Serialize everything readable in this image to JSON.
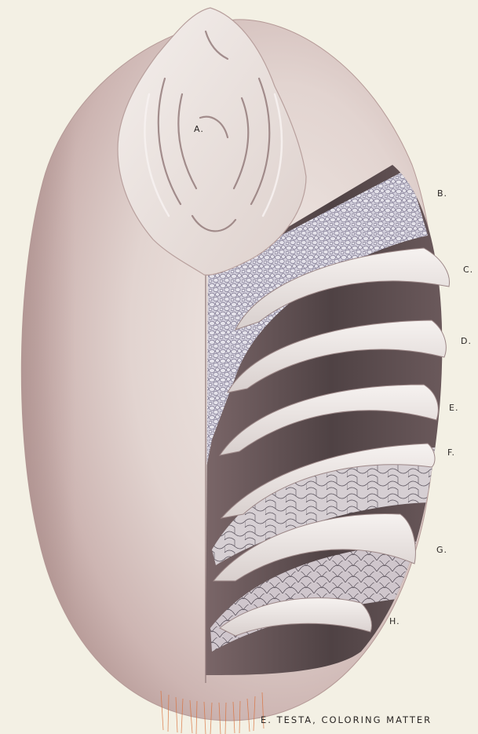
{
  "labels": {
    "a": "A.",
    "b": "B.",
    "c": "C.",
    "d": "D.",
    "e": "E.",
    "f": "F.",
    "g": "G.",
    "h": "H."
  },
  "caption": "E. TESTA, COLORING MATTER",
  "colors": {
    "paper": "#f3f0e4",
    "grain_light": "#ece4df",
    "grain_dark": "#c2aaa7",
    "cell_layer": "#cfccd8",
    "cell_outline": "#6b6480",
    "layer_shadow": "#5e4f50",
    "bran_flap": "#efeae8",
    "hairs": "#d9703a"
  },
  "layers": [
    "embryo",
    "cell-layer",
    "bran-layer-c",
    "bran-layer-d",
    "bran-layer-e",
    "bran-layer-f",
    "bran-layer-g",
    "bran-layer-h",
    "brush-hairs"
  ]
}
